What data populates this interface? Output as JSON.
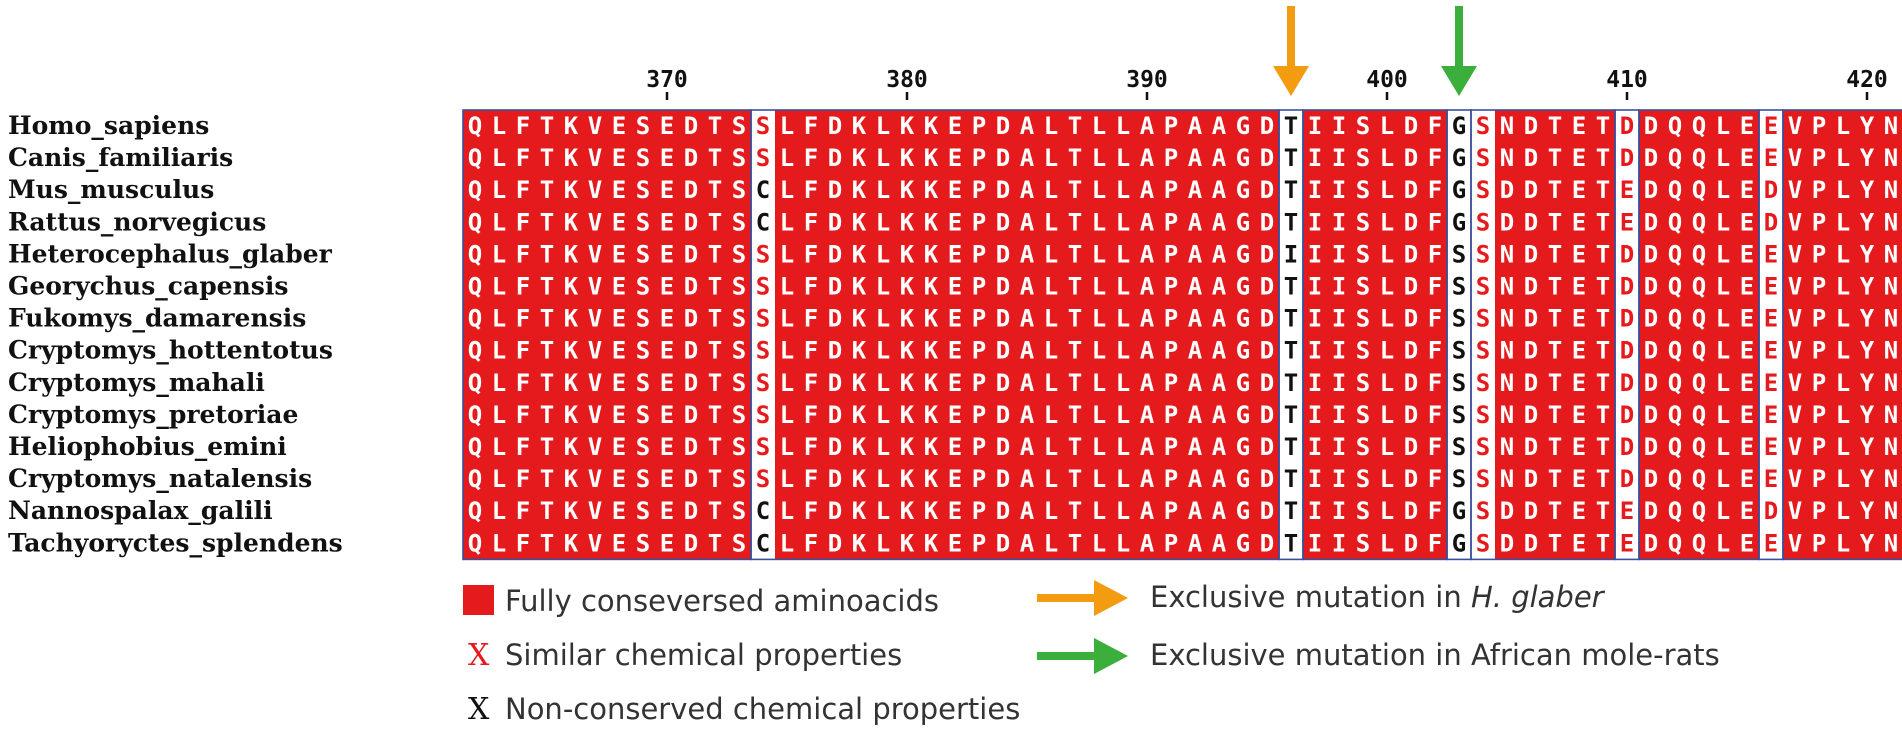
{
  "colors": {
    "conserved_bg": "#e41a1c",
    "conserved_text": "#ffffff",
    "similar_text": "#e41a1c",
    "nonconserved_text": "#111111",
    "block_border": "#3b4f9a",
    "orange_arrow": "#f39c12",
    "green_arrow": "#3cae3c"
  },
  "ruler": {
    "labels": [
      "370",
      "380",
      "390",
      "400",
      "410",
      "420"
    ],
    "label_columns": [
      8,
      18,
      28,
      38,
      48,
      58
    ]
  },
  "arrows": [
    {
      "name": "orange-arrow",
      "column": 34,
      "color": "orange_arrow"
    },
    {
      "name": "green-arrow",
      "column": 41,
      "color": "green_arrow"
    }
  ],
  "alignment": {
    "columns": 60,
    "non_conserved_columns": [
      12,
      34,
      41,
      42,
      48,
      54
    ],
    "blocks": [
      {
        "start": 0,
        "end": 11
      },
      {
        "start": 12,
        "end": 33
      },
      {
        "start": 34,
        "end": 34
      },
      {
        "start": 35,
        "end": 40
      },
      {
        "start": 41,
        "end": 41
      },
      {
        "start": 42,
        "end": 47
      },
      {
        "start": 48,
        "end": 48
      },
      {
        "start": 49,
        "end": 53
      },
      {
        "start": 54,
        "end": 54
      },
      {
        "start": 55,
        "end": 59
      }
    ],
    "sequences": [
      {
        "name": "Homo_sapiens",
        "seq": "QLFTKVESEDTSSLFDKLKKEPDALTLLAPAAGDTIISLDFGSNDTETDDQQLEEVPLYN"
      },
      {
        "name": "Canis_familiaris",
        "seq": "QLFTKVESEDTSSLFDKLKKEPDALTLLAPAAGDTIISLDFGSNDTETDDQQLEEVPLYN"
      },
      {
        "name": "Mus_musculus",
        "seq": "QLFTKVESEDTSCLFDKLKKEPDALTLLAPAAGDTIISLDFGSDDTETEDQQLEDVPLYN"
      },
      {
        "name": "Rattus_norvegicus",
        "seq": "QLFTKVESEDTSCLFDKLKKEPDALTLLAPAAGDTIISLDFGSDDTETEDQQLEDVPLYN"
      },
      {
        "name": "Heterocephalus_glaber",
        "seq": "QLFTKVESEDTSSLFDKLKKEPDALTLLAPAAGDIIISLDFSSNDTETDDQQLEEVPLYN"
      },
      {
        "name": "Georychus_capensis",
        "seq": "QLFTKVESEDTSSLFDKLKKEPDALTLLAPAAGDTIISLDFSSNDTETDDQQLEEVPLYN"
      },
      {
        "name": "Fukomys_damarensis",
        "seq": "QLFTKVESEDTSSLFDKLKKEPDALTLLAPAAGDTIISLDFSSNDTETDDQQLEEVPLYN"
      },
      {
        "name": "Cryptomys_hottentotus",
        "seq": "QLFTKVESEDTSSLFDKLKKEPDALTLLAPAAGDTIISLDFSSNDTETDDQQLEEVPLYN"
      },
      {
        "name": "Cryptomys_mahali",
        "seq": "QLFTKVESEDTSSLFDKLKKEPDALTLLAPAAGDTIISLDFSSNDTETDDQQLEEVPLYN"
      },
      {
        "name": "Cryptomys_pretoriae",
        "seq": "QLFTKVESEDTSSLFDKLKKEPDALTLLAPAAGDTIISLDFSSNDTETDDQQLEEVPLYN"
      },
      {
        "name": "Heliophobius_emini",
        "seq": "QLFTKVESEDTSSLFDKLKKEPDALTLLAPAAGDTIISLDFSSNDTETDDQQLEEVPLYN"
      },
      {
        "name": "Cryptomys_natalensis",
        "seq": "QLFTKVESEDTSSLFDKLKKEPDALTLLAPAAGDTIISLDFSSNDTETDDQQLEEVPLYN"
      },
      {
        "name": "Nannospalax_galili",
        "seq": "QLFTKVESEDTSCLFDKLKKEPDALTLLAPAAGDTIISLDFGSDDTETEDQQLEDVPLYN"
      },
      {
        "name": "Tachyoryctes_splendens",
        "seq": "QLFTKVESEDTSCLFDKLKKEPDALTLLAPAAGDTIISLDFGSDDTETEDQQLEEVPLYN"
      }
    ]
  },
  "legend": {
    "conserved_label": "Fully conseversed aminoacids",
    "similar_symbol": "X",
    "similar_label": "Similar chemical properties",
    "nonconserved_symbol": "X",
    "nonconserved_label": "Non-conserved chemical properties",
    "orange_label": "Exclusive mutation in ",
    "orange_label_italic": "H. glaber",
    "green_label": "Exclusive mutation in African mole-rats"
  }
}
